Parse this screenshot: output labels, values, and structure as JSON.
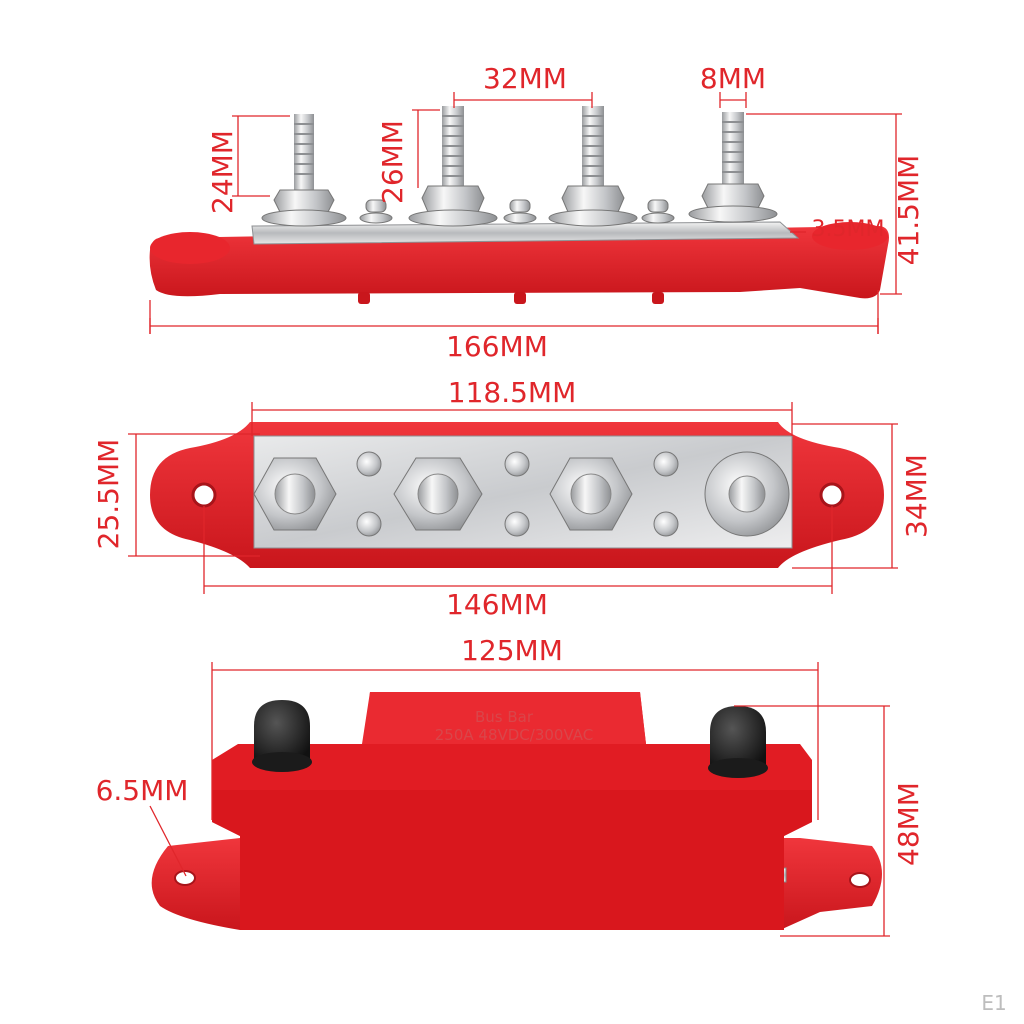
{
  "views": {
    "side": {
      "total_length": "166MM",
      "stud_spacing": "32MM",
      "stud_diameter": "8MM",
      "stud_height_left": "24MM",
      "stud_height_inner": "26MM",
      "total_height": "41.5MM",
      "plate_thickness": "3.5MM"
    },
    "top": {
      "plate_length": "118.5MM",
      "plate_width": "25.5MM",
      "base_width": "34MM",
      "mount_hole_spacing": "146MM"
    },
    "cover": {
      "cover_length": "125MM",
      "mount_hole_diameter": "6.5MM",
      "cover_height": "48MM",
      "cover_title": "Bus Bar",
      "cover_rating": "250A 48VDC/300VAC"
    }
  },
  "watermark": "E1",
  "colors": {
    "accent": "#e0262b",
    "base_red": "#e41f26",
    "metal": "#cfd0d2"
  }
}
